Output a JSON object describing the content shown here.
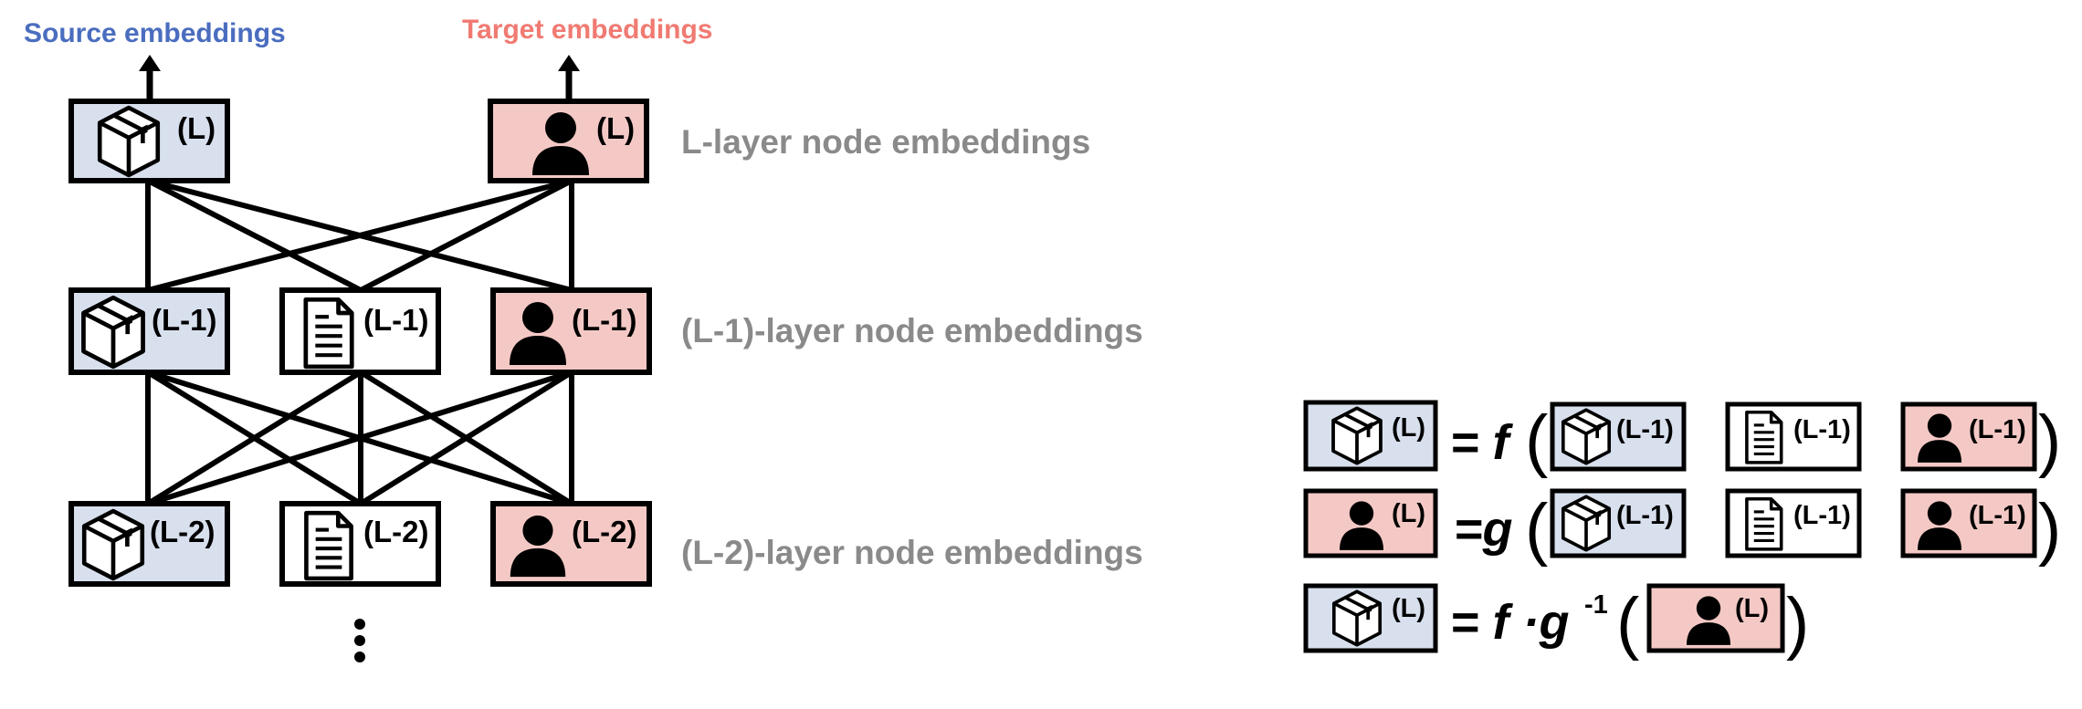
{
  "headers": {
    "source": "Source embeddings",
    "target": "Target embeddings"
  },
  "colors": {
    "source_text": "#4a6dbf",
    "target_text": "#f07a72",
    "source_fill": "#d8e0ee",
    "target_fill": "#f4c9c5",
    "neutral_fill": "#ffffff",
    "label_gray": "#8a8a8a"
  },
  "layers": {
    "L": {
      "label": "L-layer node embeddings",
      "source_tag": "(L)",
      "target_tag": "(L)",
      "source_icon": "package-icon",
      "target_icon": "person-icon"
    },
    "L1": {
      "label": "(L-1)-layer node embeddings",
      "source_tag": "(L-1)",
      "middle_tag": "(L-1)",
      "target_tag": "(L-1)",
      "source_icon": "package-icon",
      "middle_icon": "document-icon",
      "target_icon": "person-icon"
    },
    "L2": {
      "label": "(L-2)-layer node embeddings",
      "source_tag": "(L-2)",
      "middle_tag": "(L-2)",
      "target_tag": "(L-2)",
      "source_icon": "package-icon",
      "middle_icon": "document-icon",
      "target_icon": "person-icon"
    }
  },
  "ellipsis": "⋮",
  "equations": [
    {
      "lhs_tag": "(L)",
      "lhs_icon": "package-icon",
      "op": "= f",
      "open": "(",
      "close": ")",
      "args": [
        "(L-1)",
        "(L-1)",
        "(L-1)"
      ]
    },
    {
      "lhs_tag": "(L)",
      "lhs_icon": "person-icon",
      "op": "=g",
      "open": "(",
      "close": ")",
      "args": [
        "(L-1)",
        "(L-1)",
        "(L-1)"
      ]
    },
    {
      "lhs_tag": "(L)",
      "lhs_icon": "package-icon",
      "op": "= f ·g",
      "op_sup": "-1",
      "open": "(",
      "close": ")",
      "args": [
        "(L)"
      ]
    }
  ]
}
